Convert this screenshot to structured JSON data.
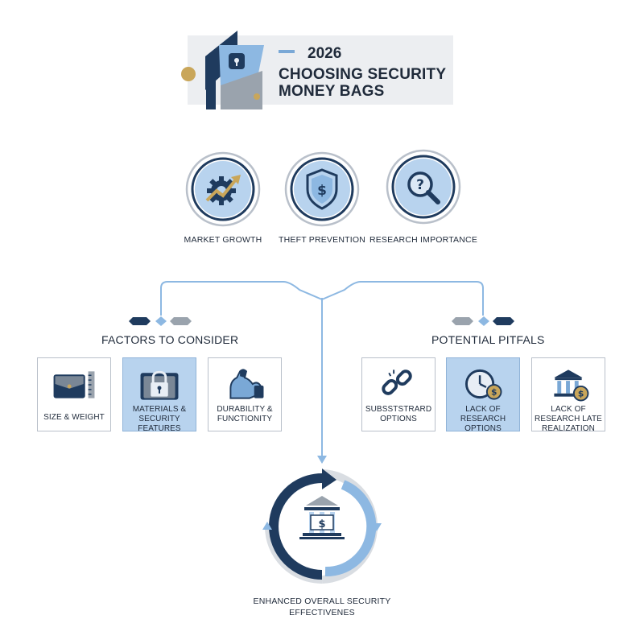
{
  "header": {
    "year": "2026",
    "title": "CHOOSING SECURITY MONEY BAGS"
  },
  "top_icons": [
    {
      "label": "MARKET GROWTH",
      "icon": "gear-growth-arrow-icon"
    },
    {
      "label": "THEFT PREVENTION",
      "icon": "shield-dollar-icon"
    },
    {
      "label": "RESEARCH IMPORTANCE",
      "icon": "magnifier-question-icon"
    }
  ],
  "factors": {
    "title": "FACTORS TO CONSIDER",
    "cards": [
      {
        "label": "SIZE & WEIGHT",
        "icon": "bag-ruler-icon",
        "active": false
      },
      {
        "label": "MATERIALS & SECURITY FEATURES",
        "icon": "padlock-bag-icon",
        "active": true
      },
      {
        "label": "DURABILITY & FUNCTIONITY",
        "icon": "flexed-arm-icon",
        "active": false
      }
    ]
  },
  "pitfalls": {
    "title": "POTENTIAL PITFALS",
    "cards": [
      {
        "label": "SUBSSTSTRARD OPTIONS",
        "icon": "broken-chain-icon",
        "active": false
      },
      {
        "label": "LACK OF RESEARCH OPTIONS",
        "icon": "clock-dollar-icon",
        "active": true
      },
      {
        "label": "LACK OF RESEARCH LATE REALIZATION",
        "icon": "bank-dollar-icon",
        "active": false
      }
    ]
  },
  "footer": {
    "label": "ENHANCED OVERALL SECURITY EFFECTIVENES"
  },
  "colors": {
    "navy": "#1f3b5e",
    "light_blue": "#b8d3ee",
    "mid_blue": "#7aa8d6",
    "gray": "#9aa3ad",
    "gold": "#c9a65a"
  }
}
